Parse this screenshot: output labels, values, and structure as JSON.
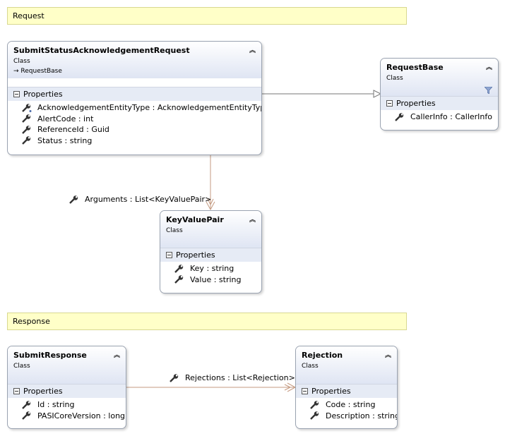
{
  "notes": {
    "request": "Request",
    "response": "Response"
  },
  "section_label": "Properties",
  "classes": {
    "submit_status": {
      "name": "SubmitStatusAcknowledgementRequest",
      "kind": "Class",
      "base": "RequestBase",
      "properties": [
        "AcknowledgementEntityType : AcknowledgementEntityType",
        "AlertCode : int",
        "ReferenceId : Guid",
        "Status : string"
      ]
    },
    "request_base": {
      "name": "RequestBase",
      "kind": "Class",
      "properties": [
        "CallerInfo : CallerInfo"
      ]
    },
    "key_value_pair": {
      "name": "KeyValuePair",
      "kind": "Class",
      "properties": [
        "Key : string",
        "Value : string"
      ]
    },
    "submit_response": {
      "name": "SubmitResponse",
      "kind": "Class",
      "properties": [
        "Id : string",
        "PASICoreVersion : long"
      ]
    },
    "rejection": {
      "name": "Rejection",
      "kind": "Class",
      "properties": [
        "Code : string",
        "Description : string"
      ]
    }
  },
  "associations": {
    "arguments": "Arguments : List<KeyValuePair>",
    "rejections": "Rejections : List<Rejection>"
  },
  "icons": {
    "collapse": "double-chevron-up-icon",
    "section_toggle": "minus-box-icon",
    "property": "wrench-icon",
    "filter": "filter-icon",
    "inherits": "arrow-right-icon"
  },
  "colors": {
    "header_gradient_end": "#dfe5f3",
    "section_bg": "#e6ebf5",
    "border": "#9aa3b1",
    "association_line": "#c49a80",
    "inheritance_line": "#777777",
    "note_bg": "#ffffc8"
  }
}
